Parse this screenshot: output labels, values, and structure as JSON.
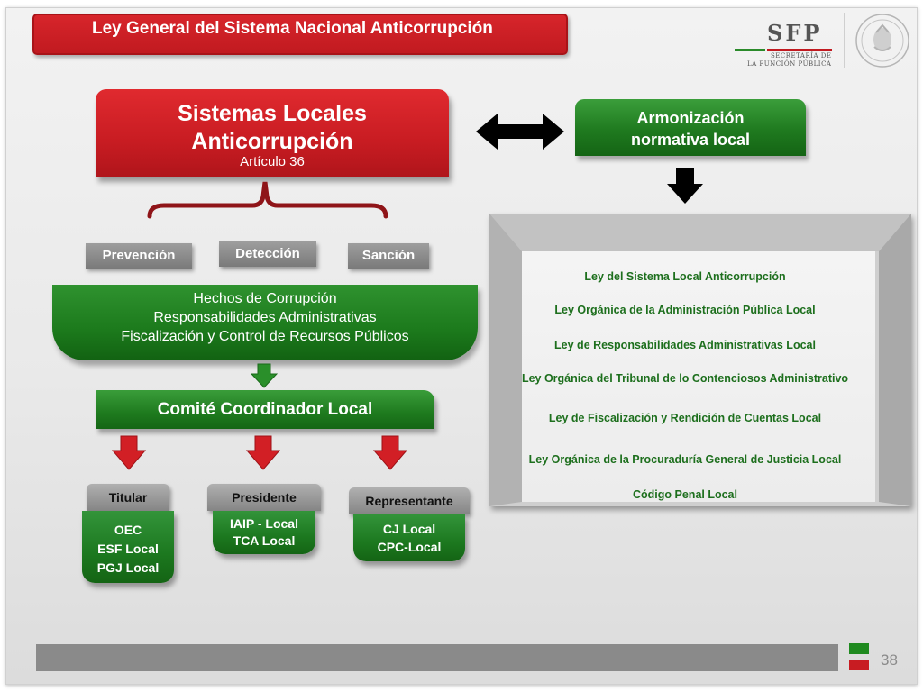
{
  "header": {
    "title": "Ley General del Sistema Nacional Anticorrupción",
    "logo": {
      "mark": "SFP",
      "line1": "SECRETARÍA DE",
      "line2": "LA FUNCIÓN PÚBLICA"
    }
  },
  "main_box": {
    "title_line1": "Sistemas Locales",
    "title_line2": "Anticorrupción",
    "subtitle": "Artículo 36"
  },
  "armonizacion": {
    "line1": "Armonización",
    "line2": "normativa local"
  },
  "tabs": [
    "Prevención",
    "Detección",
    "Sanción"
  ],
  "hechos": [
    "Hechos de  Corrupción",
    "Responsabilidades Administrativas",
    "Fiscalización  y  Control de Recursos Públicos"
  ],
  "comite": "Comité Coordinador Local",
  "roles": [
    {
      "label": "Titular",
      "items": [
        "OEC",
        "ESF Local",
        "PGJ Local"
      ]
    },
    {
      "label": "Presidente",
      "items": [
        "IAIP - Local",
        "TCA Local"
      ]
    },
    {
      "label": "Representante",
      "items": [
        "CJ Local",
        "CPC-Local"
      ]
    }
  ],
  "laws": [
    "Ley del Sistema Local Anticorrupción",
    "Ley Orgánica de la Administración Pública Local",
    "Ley de Responsabilidades Administrativas Local",
    "Ley Orgánica del Tribunal de lo Contenciosos Administrativo",
    "Ley de Fiscalización y Rendición de Cuentas Local",
    "Ley Orgánica de la Procuraduría General de Justicia Local",
    "Código Penal Local"
  ],
  "footer": {
    "page_number": "38"
  },
  "colors": {
    "red": "#c81c22",
    "green": "#1f7a1f",
    "gray": "#8a8a8a"
  }
}
